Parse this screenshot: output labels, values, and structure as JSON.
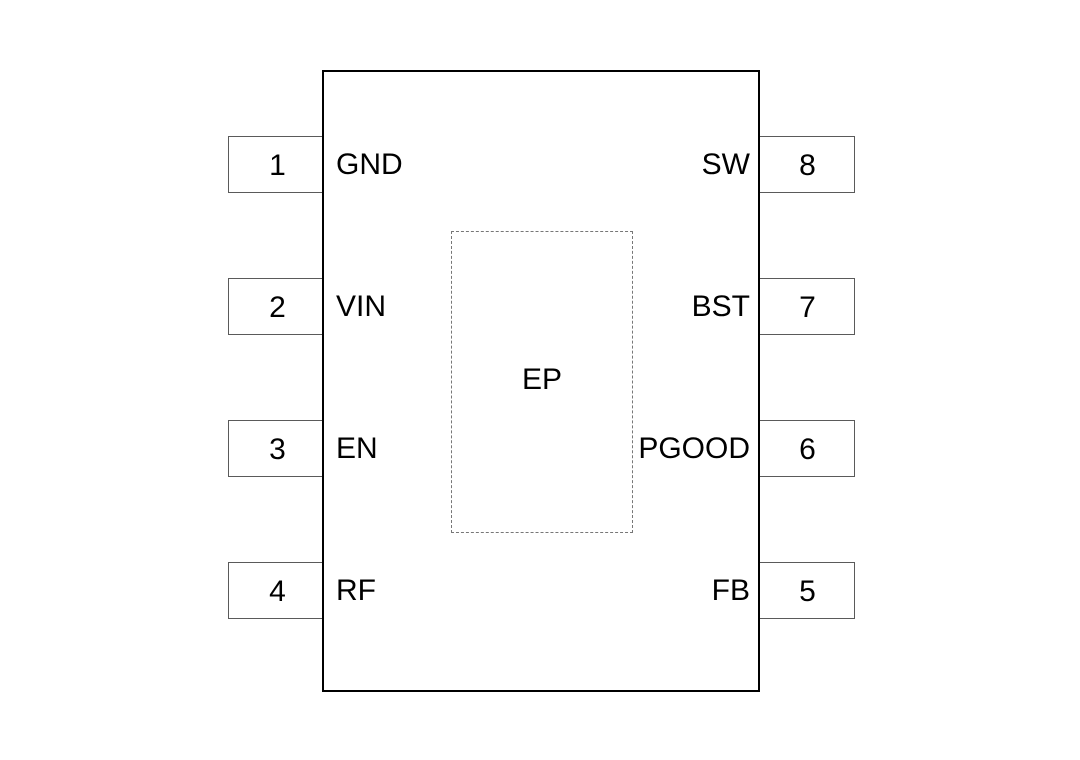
{
  "diagram": {
    "type": "ic-pinout",
    "package_label": "EP",
    "body": {
      "outline_color": "#000000",
      "fill_color": "#ffffff"
    },
    "exposed_pad": {
      "label": "EP",
      "border_style": "dashed",
      "border_color": "#777777"
    },
    "pin_box": {
      "border_color": "#5a5a5a",
      "fill_color": "#ffffff"
    },
    "left_pins": [
      {
        "number": "1",
        "name": "GND"
      },
      {
        "number": "2",
        "name": "VIN"
      },
      {
        "number": "3",
        "name": "EN"
      },
      {
        "number": "4",
        "name": "RF"
      }
    ],
    "right_pins": [
      {
        "number": "8",
        "name": "SW"
      },
      {
        "number": "7",
        "name": "BST"
      },
      {
        "number": "6",
        "name": "PGOOD"
      },
      {
        "number": "5",
        "name": "FB"
      }
    ]
  }
}
